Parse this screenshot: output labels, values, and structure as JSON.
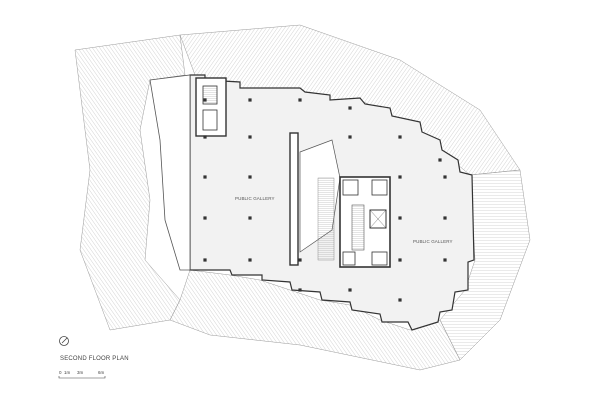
{
  "plan": {
    "title": "SECOND FLOOR PLAN",
    "rooms": [
      "PUBLIC GALLERY",
      "PUBLIC GALLERY"
    ],
    "scale_labels": [
      "0",
      "1m",
      "3m",
      "6m"
    ],
    "north_icon": "north-arrow-icon"
  },
  "colors": {
    "wall": "#333333",
    "floor": "#f2f2f2",
    "hatch": "#9a9a9a"
  }
}
